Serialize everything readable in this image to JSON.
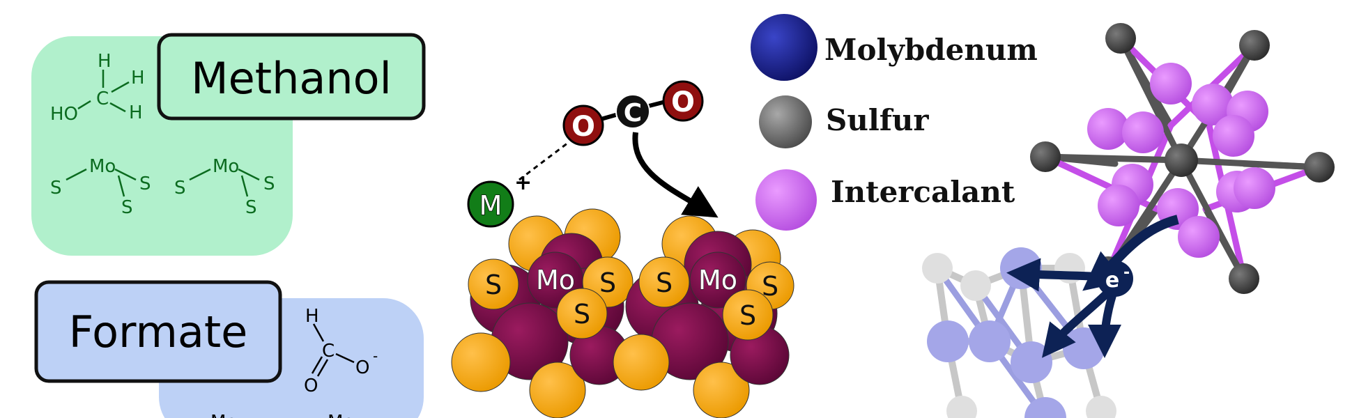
{
  "products": {
    "methanol": {
      "label": "Methanol",
      "formula_atoms": [
        "H",
        "H",
        "HO",
        "C",
        "H"
      ],
      "catalyst_atoms": [
        "S",
        "Mo",
        "S",
        "S"
      ],
      "catalyst_atoms_2": [
        "S",
        "Mo",
        "S",
        "S"
      ],
      "color": "#b1f0cc"
    },
    "formate": {
      "label": "Formate",
      "formula_atoms": [
        "H",
        "C",
        "O",
        "O",
        "-"
      ],
      "partial_atoms": [
        "Mo",
        "Mo"
      ],
      "color": "#bdd1f6"
    }
  },
  "mechanism": {
    "co2_atoms": [
      "O",
      "C",
      "O"
    ],
    "cation": "M",
    "cation_charge": "+",
    "cluster1": [
      "S",
      "Mo",
      "S",
      "S"
    ],
    "cluster2": [
      "S",
      "Mo",
      "S",
      "S"
    ]
  },
  "legend": {
    "items": [
      {
        "label": "Molybdenum",
        "color": "#1a1f8f"
      },
      {
        "label": "Sulfur",
        "color": "#7a7a7a"
      },
      {
        "label": "Intercalant",
        "color": "#cf6ef2"
      }
    ]
  },
  "transfer": {
    "electron_label": "e",
    "electron_charge": "-"
  }
}
